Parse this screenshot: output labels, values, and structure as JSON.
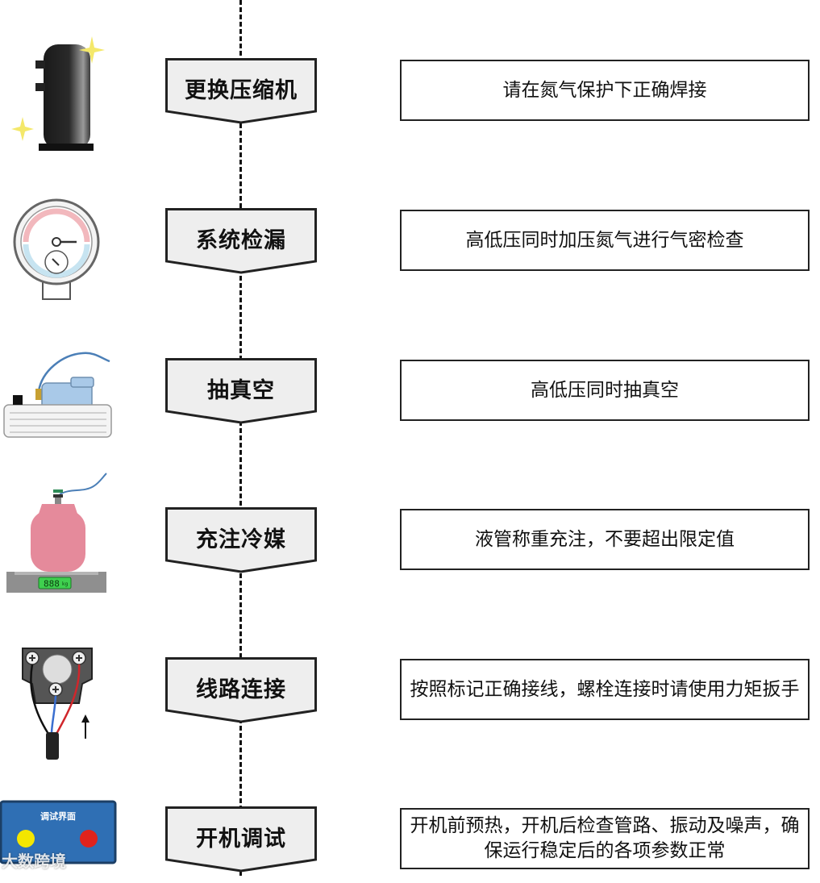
{
  "steps": [
    {
      "title": "更换压缩机",
      "description": "请在氮气保护下正确焊接",
      "icon": "compressor-icon"
    },
    {
      "title": "系统检漏",
      "description": "高低压同时加压氮气进行气密检查",
      "icon": "pressure-gauge-icon"
    },
    {
      "title": "抽真空",
      "description": "高低压同时抽真空",
      "icon": "vacuum-pump-icon"
    },
    {
      "title": "充注冷媒",
      "description": "液管称重充注，不要超出限定值",
      "icon": "refrigerant-tank-scale-icon"
    },
    {
      "title": "线路连接",
      "description": "按照标记正确接线，螺栓连接时请使用力矩扳手",
      "icon": "terminal-wiring-icon"
    },
    {
      "title": "开机调试",
      "description": "开机前预热，开机后检查管路、振动及噪声，确保运行稳定后的各项参数正常",
      "icon": "debug-panel-icon"
    }
  ],
  "scale_display": "888",
  "scale_unit": "kg",
  "debug_panel_title": "调试界面",
  "watermark": "大数跨境",
  "colors": {
    "step_fill": "#eeeeee",
    "border": "#222222",
    "gauge_red": "#f2b8bd",
    "gauge_blue": "#c7e4f1",
    "pump_blue": "#a9c9e8",
    "tank_pink": "#e58a9b",
    "panel_blue": "#2f6fb4",
    "led_yellow": "#f3e600",
    "led_red": "#e0231c"
  }
}
